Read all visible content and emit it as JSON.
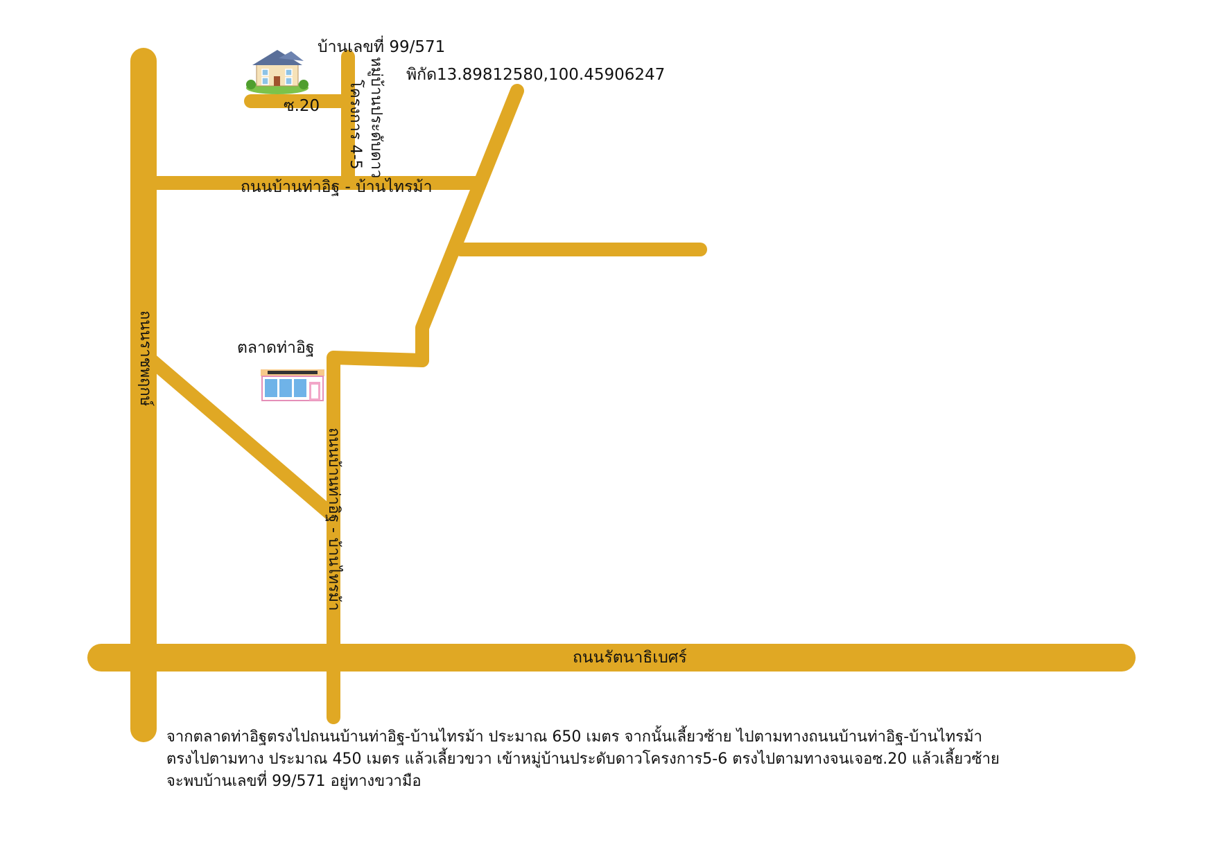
{
  "title": {
    "house_number": "บ้านเลขที่ 99/571",
    "coordinates": "พิกัด13.89812580,100.45906247"
  },
  "roads": {
    "soi_20": "ซ.20",
    "project_4_5": "โครงการ 4-5",
    "village_pradapdao": "หมู่บ้านประดับดาว",
    "tha_it_bai_tai_ma_upper": "ถนนบ้านท่าอิฐ - บ้านไทรม้า",
    "tha_it_bai_tai_ma_vertical": "ถนนบ้านท่าอิฐ - บ้านไทรม้า",
    "ratchaphruek": "ถนนราชพฤกษ์",
    "rattanathibet": "ถนนรัตนาธิเบศร์"
  },
  "landmarks": {
    "market": "ตลาดท่าอิฐ"
  },
  "directions": [
    "จากตลาดท่าอิฐตรงไปถนนบ้านท่าอิฐ-บ้านไทรม้า  ประมาณ 650  เมตร จากนั้นเลี้ยวซ้าย ไปตามทางถนนบ้านท่าอิฐ-บ้านไทรม้า",
    "ตรงไปตามทาง ประมาณ 450 เมตร แล้วเลี้ยวขวา เข้าหมู่บ้านประดับดาวโครงการ5-6 ตรงไปตามทางจนเจอซ.20 แล้วเลี้ยวซ้าย",
    "จะพบบ้านเลขที่ 99/571 อยู่ทางขวามือ"
  ],
  "colors": {
    "road": "#e0a824"
  },
  "icons": {
    "house": "house-icon",
    "store": "store-icon"
  }
}
